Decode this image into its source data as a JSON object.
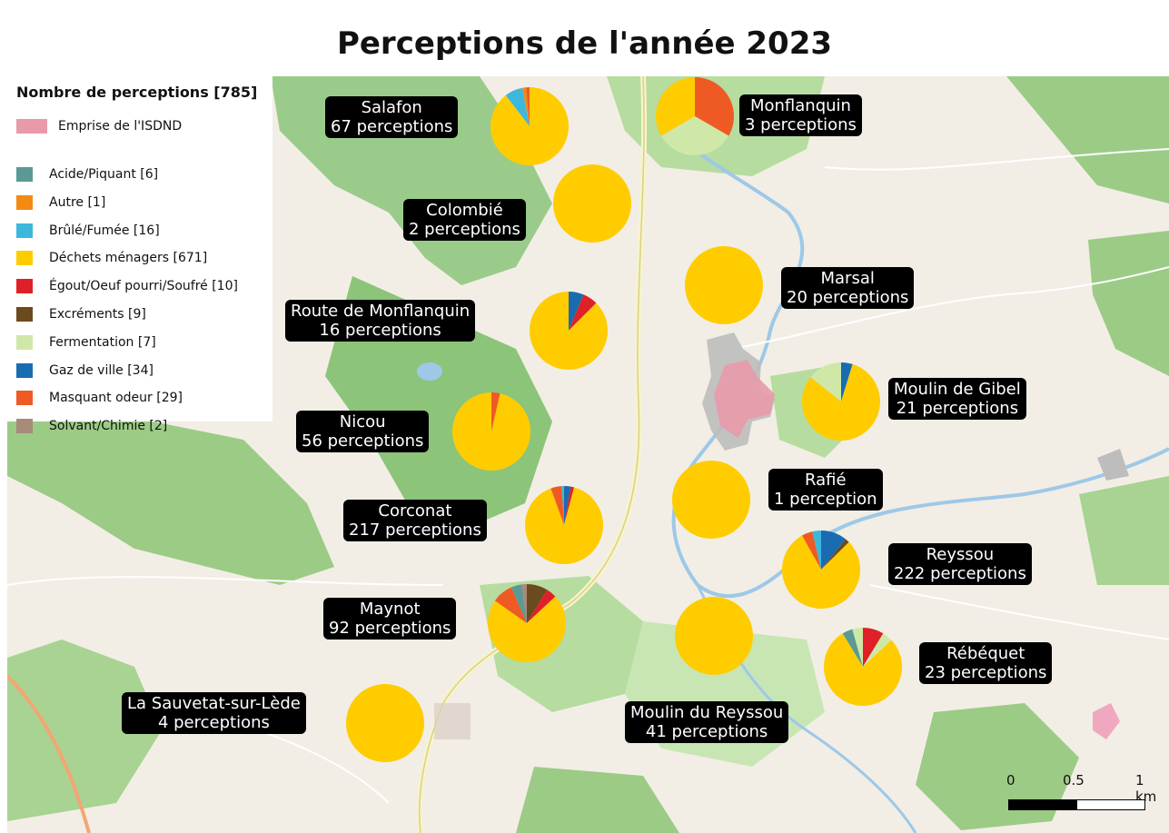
{
  "title": "Perceptions de l'année 2023",
  "legend": {
    "title": "Nombre de perceptions [785]",
    "emprise": {
      "label": "Emprise de l'ISDND",
      "color": "#e89aaa"
    },
    "items": [
      {
        "label": "Acide/Piquant [6]",
        "color": "#5a9a94"
      },
      {
        "label": "Autre [1]",
        "color": "#f28a14"
      },
      {
        "label": "Brûlé/Fumée [16]",
        "color": "#3cb8dc"
      },
      {
        "label": "Déchets ménagers [671]",
        "color": "#ffcc00"
      },
      {
        "label": "Égout/Oeuf pourri/Soufré [10]",
        "color": "#e02028"
      },
      {
        "label": "Excréments [9]",
        "color": "#6b4a1e"
      },
      {
        "label": "Fermentation [7]",
        "color": "#cfe8a8"
      },
      {
        "label": "Gaz de ville [34]",
        "color": "#1a6cb0"
      },
      {
        "label": "Masquant odeur [29]",
        "color": "#ef5a24"
      },
      {
        "label": "Solvant/Chimie [2]",
        "color": "#a88a78"
      }
    ]
  },
  "sites": [
    {
      "name": "Salafon",
      "count": "67 perceptions",
      "slices": [
        {
          "cat": 3,
          "v": 60
        },
        {
          "cat": 2,
          "v": 5
        },
        {
          "cat": 1,
          "v": 1
        },
        {
          "cat": 8,
          "v": 1
        }
      ]
    },
    {
      "name": "Monflanquin",
      "count": "3 perceptions",
      "slices": [
        {
          "cat": 8,
          "v": 1
        },
        {
          "cat": 6,
          "v": 1
        },
        {
          "cat": 3,
          "v": 1
        }
      ]
    },
    {
      "name": "Colombié",
      "count": "2 perceptions",
      "slices": [
        {
          "cat": 3,
          "v": 2
        }
      ]
    },
    {
      "name": "Marsal",
      "count": "20 perceptions",
      "slices": [
        {
          "cat": 3,
          "v": 20
        }
      ]
    },
    {
      "name": "Route de Monflanquin",
      "count": "16 perceptions",
      "slices": [
        {
          "cat": 7,
          "v": 1
        },
        {
          "cat": 4,
          "v": 1
        },
        {
          "cat": 3,
          "v": 14
        }
      ]
    },
    {
      "name": "Moulin de Gibel",
      "count": "21 perceptions",
      "slices": [
        {
          "cat": 7,
          "v": 1
        },
        {
          "cat": 3,
          "v": 17
        },
        {
          "cat": 6,
          "v": 3
        }
      ]
    },
    {
      "name": "Nicou",
      "count": "56 perceptions",
      "slices": [
        {
          "cat": 8,
          "v": 2
        },
        {
          "cat": 3,
          "v": 54
        }
      ]
    },
    {
      "name": "Rafié",
      "count": "1 perception",
      "slices": [
        {
          "cat": 3,
          "v": 1
        }
      ]
    },
    {
      "name": "Corconat",
      "count": "217 perceptions",
      "slices": [
        {
          "cat": 7,
          "v": 6
        },
        {
          "cat": 4,
          "v": 3
        },
        {
          "cat": 3,
          "v": 196
        },
        {
          "cat": 8,
          "v": 10
        },
        {
          "cat": 2,
          "v": 2
        }
      ]
    },
    {
      "name": "Reyssou",
      "count": "222 perceptions",
      "slices": [
        {
          "cat": 7,
          "v": 24
        },
        {
          "cat": 5,
          "v": 4
        },
        {
          "cat": 3,
          "v": 176
        },
        {
          "cat": 8,
          "v": 10
        },
        {
          "cat": 2,
          "v": 8
        }
      ]
    },
    {
      "name": "Maynot",
      "count": "92 perceptions",
      "slices": [
        {
          "cat": 5,
          "v": 8
        },
        {
          "cat": 4,
          "v": 4
        },
        {
          "cat": 3,
          "v": 66
        },
        {
          "cat": 8,
          "v": 8
        },
        {
          "cat": 0,
          "v": 4
        },
        {
          "cat": 9,
          "v": 2
        }
      ]
    },
    {
      "name": "Moulin du Reyssou",
      "count": "41 perceptions",
      "slices": [
        {
          "cat": 3,
          "v": 41
        }
      ]
    },
    {
      "name": "Rébéquet",
      "count": "23 perceptions",
      "slices": [
        {
          "cat": 4,
          "v": 2
        },
        {
          "cat": 6,
          "v": 1
        },
        {
          "cat": 3,
          "v": 18
        },
        {
          "cat": 0,
          "v": 1
        },
        {
          "cat": 6,
          "v": 1
        }
      ]
    },
    {
      "name": "La Sauvetat-sur-Lède",
      "count": "4 perceptions",
      "slices": [
        {
          "cat": 3,
          "v": 4
        }
      ]
    }
  ],
  "scale": {
    "labels": [
      "0",
      "0.5",
      "1 km"
    ]
  }
}
